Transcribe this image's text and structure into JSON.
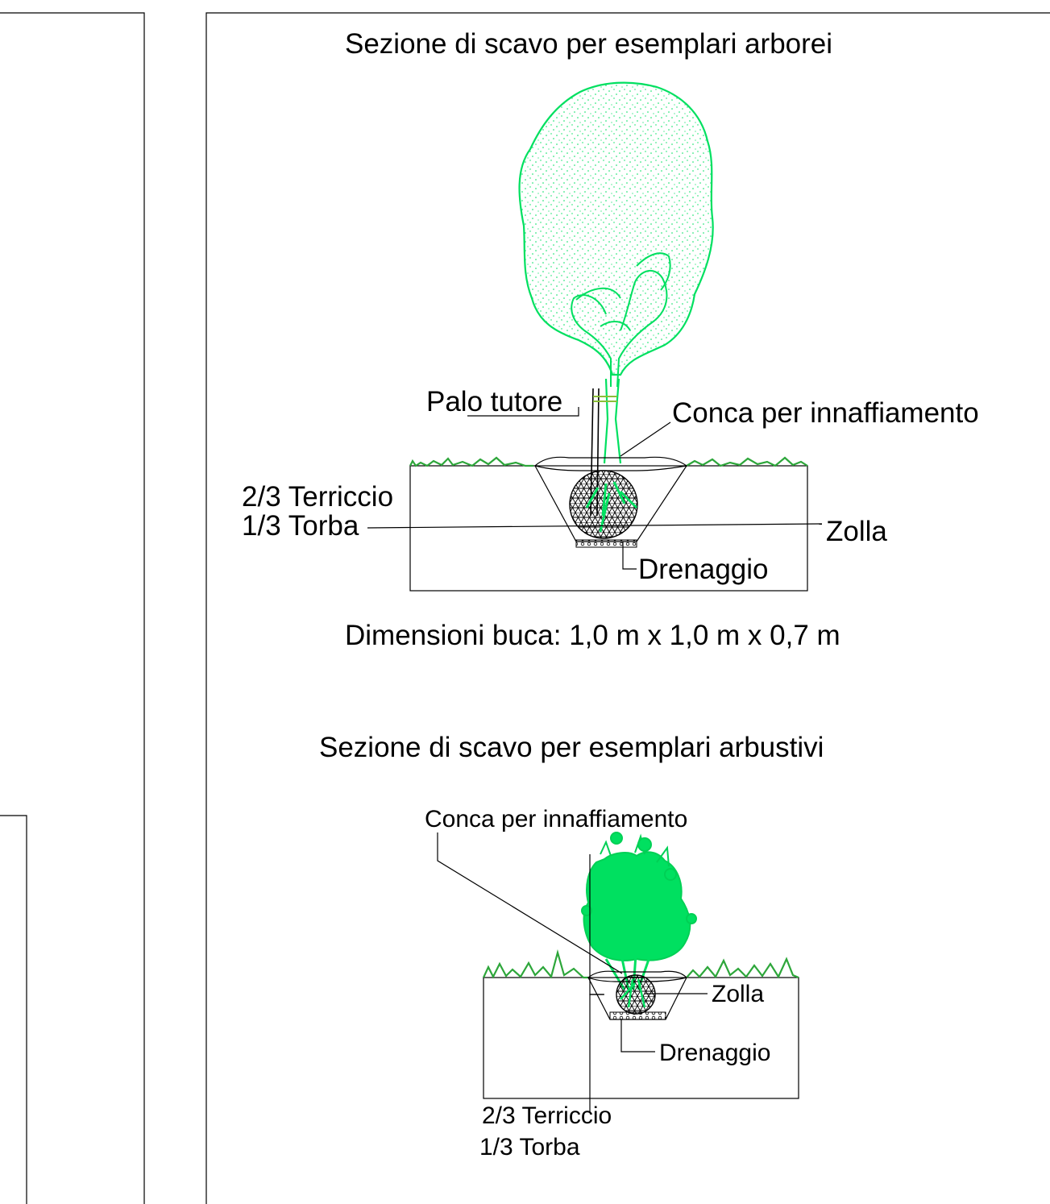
{
  "colors": {
    "plant": "#00e060",
    "grass": "#2da63a",
    "line": "#000000"
  },
  "tree_section": {
    "title": "Sezione di scavo per esemplari arborei",
    "label_stake": "Palo tutore",
    "label_basin": "Conca per innaffiamento",
    "label_soil_line1": "2/3 Terriccio",
    "label_soil_line2": "1/3 Torba",
    "label_rootball": "Zolla",
    "label_drainage": "Drenaggio",
    "dimensions": "Dimensioni buca: 1,0 m x 1,0 m x 0,7 m"
  },
  "shrub_section": {
    "title": "Sezione di scavo per esemplari arbustivi",
    "label_basin": "Conca per innaffiamento",
    "label_rootball": "Zolla",
    "label_drainage": "Drenaggio",
    "label_soil_line1": "2/3 Terriccio",
    "label_soil_line2": "1/3 Torba"
  }
}
